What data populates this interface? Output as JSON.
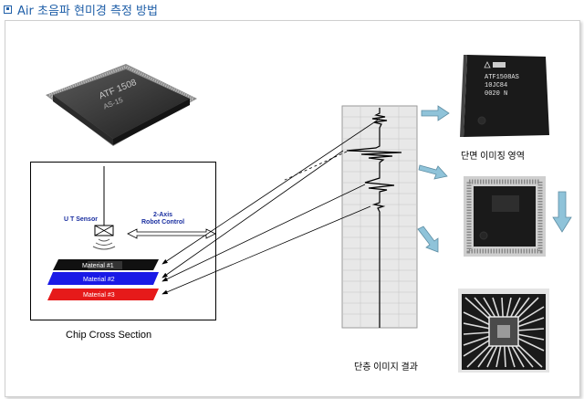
{
  "heading": {
    "text": "Air 초음파 현미경 측정 방법",
    "color": "#1f5fa8"
  },
  "diagram": {
    "ut_sensor_label": "U T Sensor",
    "robot_control_label_1": "2-Axis",
    "robot_control_label_2": "Robot Control",
    "layers": [
      {
        "label": "Material #1",
        "color": "#111111"
      },
      {
        "label": "Material #2",
        "color": "#1a1ae6"
      },
      {
        "label": "Material #3",
        "color": "#e61a1a"
      }
    ],
    "cross_section_caption": "Chip Cross Section",
    "section_imaging_caption": "단면 이미징 영역",
    "result_caption": "단층 이미지 결과",
    "chip_top_marking": [
      "ATF1508AS",
      "10JC84",
      "0020 N"
    ],
    "chip_photo_marking": [
      "ATF 1508",
      "AS-15"
    ],
    "arrow_color": "#8fc3d9"
  }
}
